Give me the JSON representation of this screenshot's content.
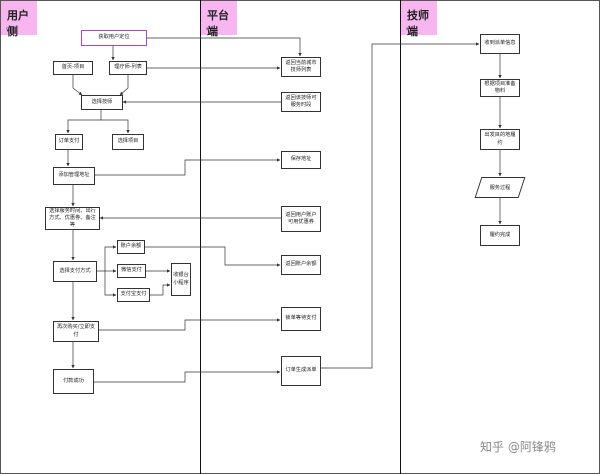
{
  "lanes": {
    "user": "用户侧",
    "platform": "平台端",
    "technician": "技师端",
    "dot": "。"
  },
  "user": {
    "get_location": "获取用户定位",
    "home_project": "首页-项目",
    "tech_list": "理疗师-列表",
    "select_tech": "选择技师",
    "order_pay": "订单支付",
    "select_project": "选择项目",
    "add_address": "添加管理地址",
    "select_service": "选择服务时间、出行方式、优惠券、备注等",
    "select_payment": "选择支付方式",
    "account_balance": "账户余额",
    "wechat_pay": "微信支付",
    "alipay": "支付宝支付",
    "cashier": "收银台小程序",
    "rebuy": "再次购买/立即支付",
    "pay_success": "付款成功"
  },
  "platform": {
    "return_city_techs": "返回当前城市技师列表",
    "return_tech_slots": "返回该技师可服务时段",
    "save_address": "保存地址",
    "return_coupons": "返回用户账户可用优惠券",
    "return_balance": "返回账户余额",
    "lock_order": "锁单等待支付",
    "order_dispatch": "订单生成派单"
  },
  "technician": {
    "receive_order": "收到派单信息",
    "prepare_materials": "根据项目准备物料",
    "arrive": "出发目的地履约",
    "service_process": "服务过程",
    "fulfilled": "履约完成"
  },
  "watermark": "知乎 @阿锋鸦"
}
